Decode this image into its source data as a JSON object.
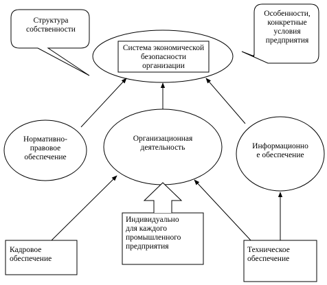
{
  "diagram": {
    "center_box": "Система экономической\nбезопасности\nорганизации",
    "callout_left": "Структура\nсобственности",
    "callout_right": "Особенности,\nконкретные\nусловия\nпредприятия",
    "ellipse_left": "Нормативно-\nправовое\nобеспечение",
    "ellipse_center": "Организационная\nдеятельность",
    "ellipse_right": "Информационно\nе обеспечение",
    "box_personnel": "Кадровое\nобеспечение",
    "box_individual": "Индивидуально\nдля каждого\nпромышленного\nпредприятия",
    "box_technical": "Техническое\nобеспечение"
  }
}
